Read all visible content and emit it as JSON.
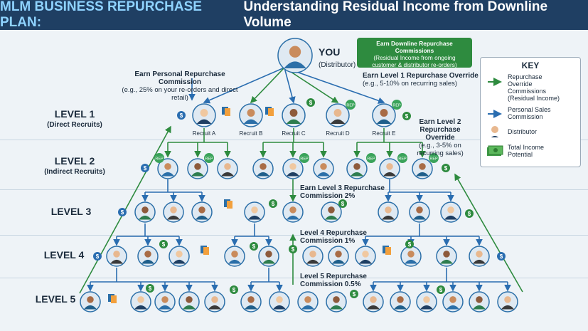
{
  "header": {
    "accent": "MLM BUSINESS REPURCHASE PLAN:",
    "title": "Understanding Residual Income from Downline Volume"
  },
  "you": {
    "label": "YOU",
    "sub": "(Distributor)"
  },
  "green_box": {
    "line1": "Earn Downline Repurchase Commissions",
    "line2": "(Residual Income from ongoing",
    "line3": "customer & distributor re-orders)"
  },
  "personal": {
    "title": "Earn Personal Repurchase Commission",
    "sub": "(e.g., 25% on your re-orders and direct retail)"
  },
  "override1": {
    "title": "Earn Level 1 Repurchase Override",
    "sub": "(e.g., 5-10% on recurring sales)"
  },
  "override2": {
    "l1": "Earn Level 2",
    "l2": "Repurchase Override",
    "l3": "(e.g., 3-5% on",
    "l4": "recurring sales)"
  },
  "l3comm": {
    "l1": "Earn Level 3 Repurchase",
    "l2": "Commission 2%"
  },
  "l4comm": {
    "l1": "Level 4 Repurchase",
    "l2": "Commission 1%"
  },
  "l5comm": {
    "l1": "Level 5 Repurchase",
    "l2": "Commission 0.5%"
  },
  "levels": [
    {
      "title": "LEVEL 1",
      "sub": "(Direct Recruits)"
    },
    {
      "title": "LEVEL 2",
      "sub": "(Indirect Recruits)"
    },
    {
      "title": "LEVEL 3",
      "sub": ""
    },
    {
      "title": "LEVEL 4",
      "sub": ""
    },
    {
      "title": "LEVEL 5",
      "sub": ""
    }
  ],
  "recruits": [
    "Recruit A",
    "Recruit B",
    "Recruit C",
    "Recruit D",
    "Recruit E"
  ],
  "badge": "REP",
  "key": {
    "title": "KEY",
    "items": [
      {
        "icon": "green-arrow-icon",
        "l1": "Repurchase",
        "l2": "Override",
        "l3": "Commissions",
        "l4": "(Residual Income)"
      },
      {
        "icon": "blue-arrow-icon",
        "l1": "Personal Sales",
        "l2": "Commission"
      },
      {
        "icon": "person-icon",
        "l1": "Distributor"
      },
      {
        "icon": "money-icon",
        "l1": "Total Income",
        "l2": "Potential"
      }
    ]
  },
  "colors": {
    "header": "#1f3f63",
    "green": "#2e8b3f",
    "blue": "#2a6db0",
    "node": "#2b6fa8"
  }
}
